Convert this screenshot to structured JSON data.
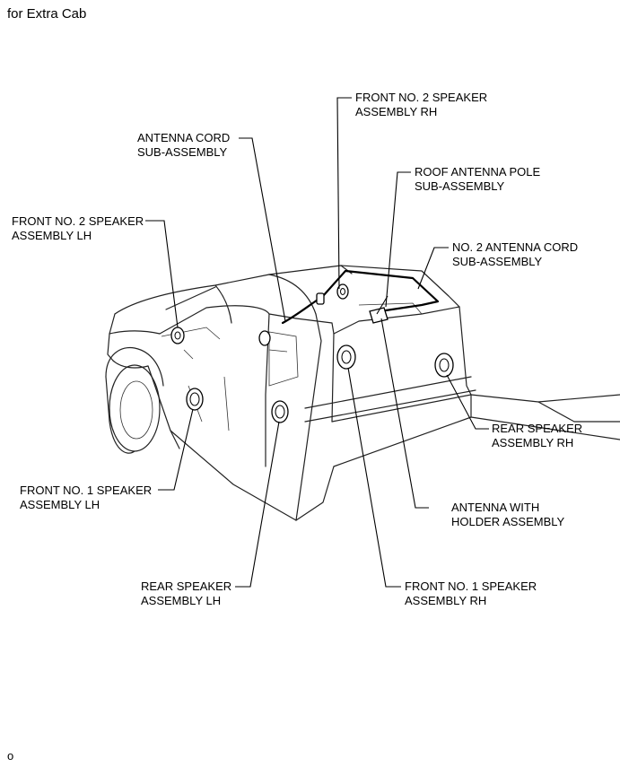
{
  "page": {
    "title": "for Extra Cab",
    "footer_mark": "o"
  },
  "labels": {
    "front_no2_rh": [
      "FRONT NO. 2 SPEAKER",
      "ASSEMBLY RH"
    ],
    "antenna_cord": [
      "ANTENNA CORD",
      "SUB-ASSEMBLY"
    ],
    "roof_antenna_pole": [
      "ROOF ANTENNA POLE",
      "SUB-ASSEMBLY"
    ],
    "front_no2_lh": [
      "FRONT NO. 2 SPEAKER",
      "ASSEMBLY LH"
    ],
    "no2_antenna_cord": [
      "NO. 2 ANTENNA CORD",
      "SUB-ASSEMBLY"
    ],
    "rear_speaker_rh": [
      "REAR SPEAKER",
      "ASSEMBLY RH"
    ],
    "front_no1_lh": [
      "FRONT NO. 1 SPEAKER",
      "ASSEMBLY LH"
    ],
    "antenna_holder": [
      "ANTENNA WITH",
      "HOLDER ASSEMBLY"
    ],
    "rear_speaker_lh": [
      "REAR SPEAKER",
      "ASSEMBLY LH"
    ],
    "front_no1_rh": [
      "FRONT NO. 1 SPEAKER",
      "ASSEMBLY RH"
    ]
  }
}
